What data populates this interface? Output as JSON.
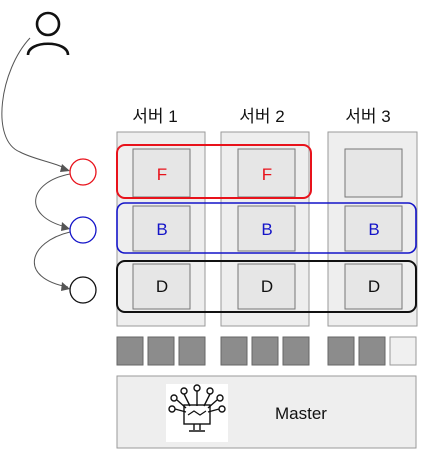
{
  "servers": [
    {
      "label": "서버 1",
      "slots": [
        "F",
        "B",
        "D"
      ],
      "blocks": [
        "used",
        "used",
        "used"
      ]
    },
    {
      "label": "서버 2",
      "slots": [
        "F",
        "B",
        "D"
      ],
      "blocks": [
        "used",
        "used",
        "used"
      ]
    },
    {
      "label": "서버 3",
      "slots": [
        "",
        "B",
        "D"
      ],
      "blocks": [
        "used",
        "used",
        "free"
      ]
    }
  ],
  "groups": [
    {
      "id": "F",
      "color": "#e8121b"
    },
    {
      "id": "B",
      "color": "#1414c8"
    },
    {
      "id": "D",
      "color": "#111111"
    }
  ],
  "master": {
    "label": "Master",
    "icon": "network-hub-icon"
  },
  "user": {
    "icon": "user-icon"
  },
  "colors": {
    "server_fill": "#eeeeee",
    "server_stroke": "#9a9a9a",
    "slot_fill": "#e6e6e6",
    "block_used": "#8c8c8c",
    "block_free": "#f0f0f0"
  }
}
